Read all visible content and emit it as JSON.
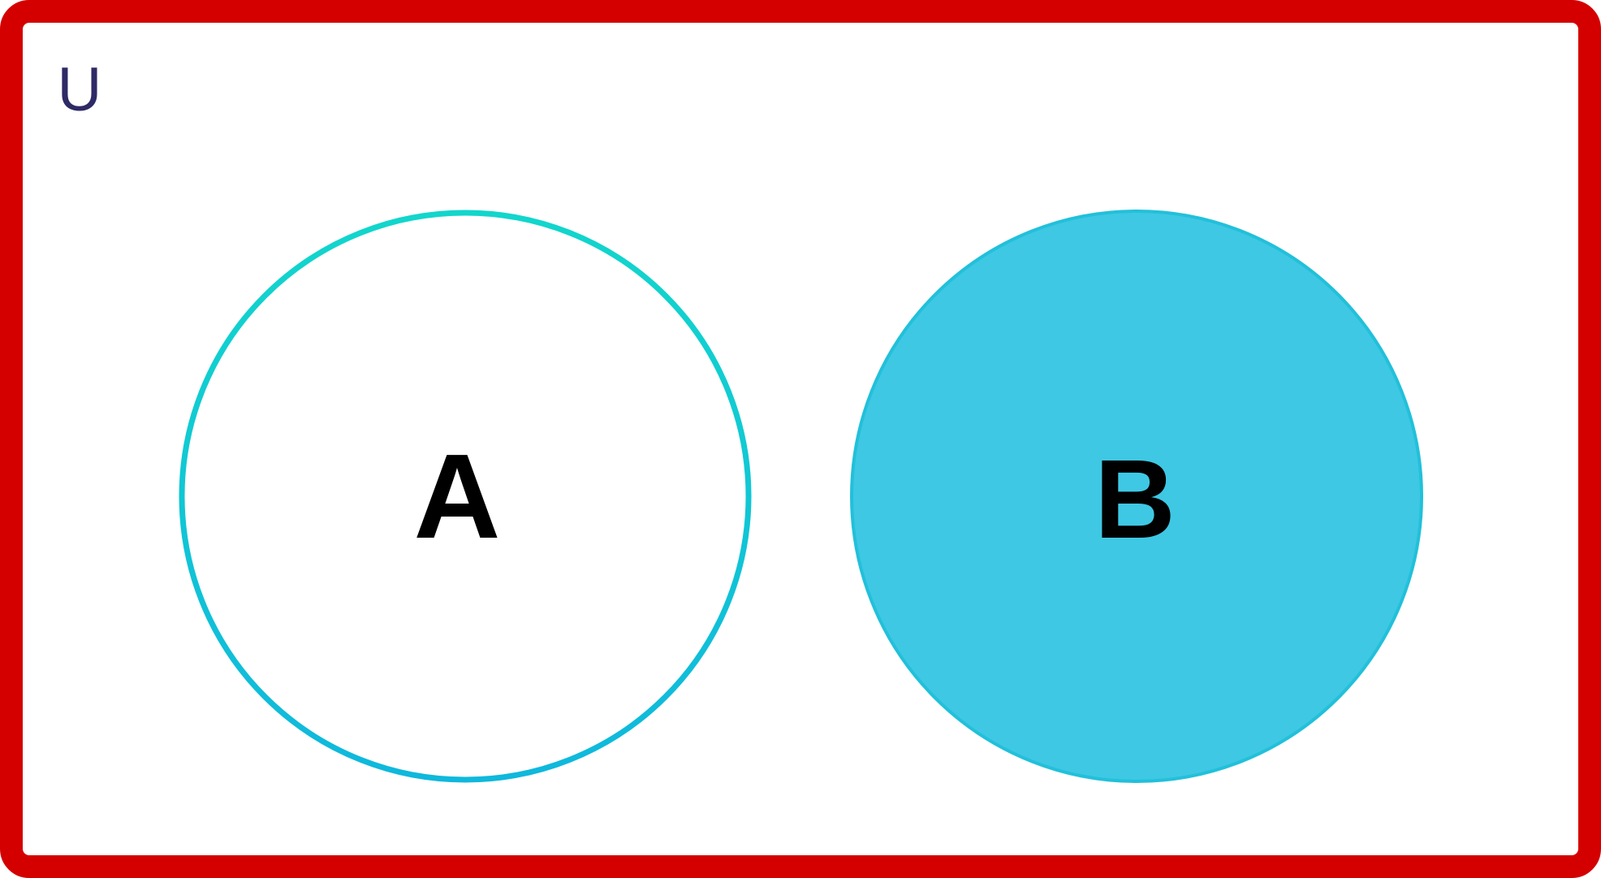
{
  "universe": {
    "label": "U",
    "label_color": "#2e2a66",
    "border_color": "#d40000",
    "fill_color": "#ffffff"
  },
  "sets": [
    {
      "label": "A",
      "shaded": false,
      "stroke_color": "#1ec8d4",
      "fill_color": "#ffffff"
    },
    {
      "label": "B",
      "shaded": true,
      "stroke_color": "#22c0da",
      "fill_color": "#3ec8e4"
    }
  ],
  "label_color": "#000000"
}
